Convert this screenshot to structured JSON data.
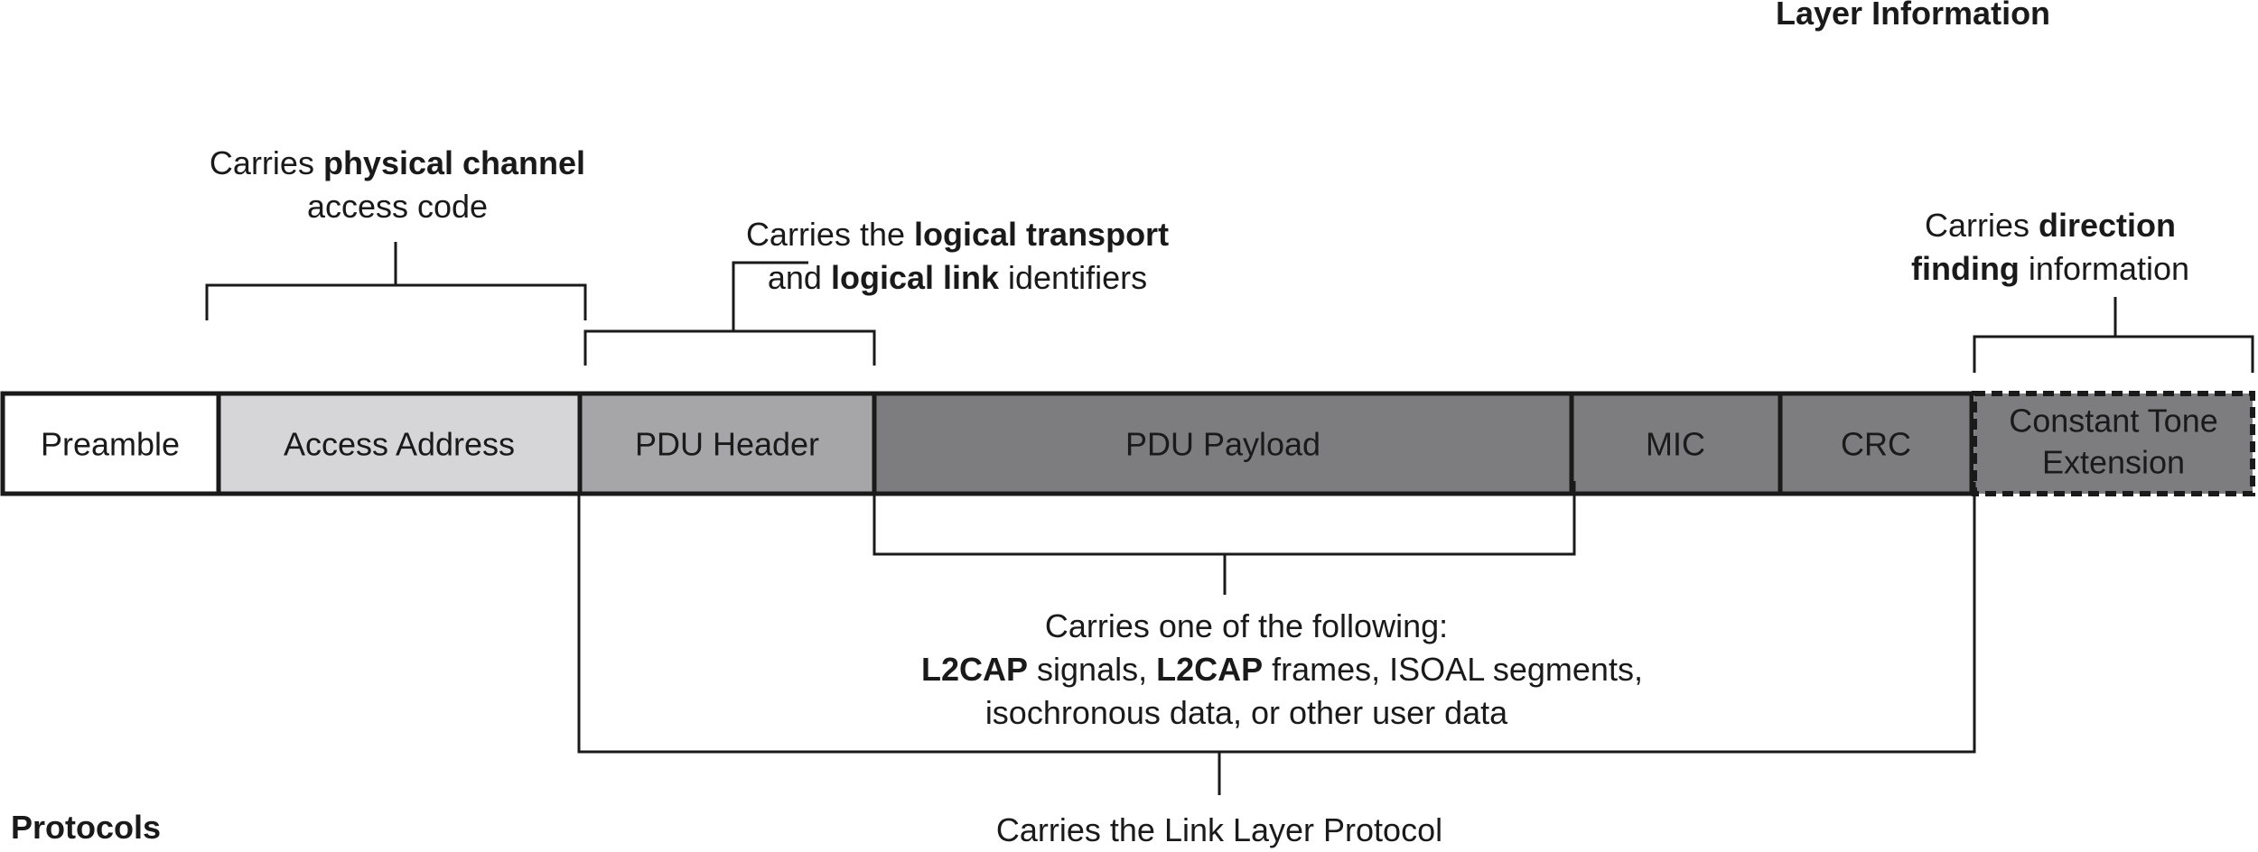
{
  "headings": {
    "layer_information": "Layer Information",
    "protocols": "Protocols"
  },
  "fields": [
    {
      "label": "Preamble",
      "fill": "#ffffff",
      "text_color": "#1a1a1a"
    },
    {
      "label": "Access Address",
      "fill": "#d6d6d8",
      "text_color": "#1a1a1a"
    },
    {
      "label": "PDU Header",
      "fill": "#a6a6a8",
      "text_color": "#1a1a1a"
    },
    {
      "label": "PDU Payload",
      "fill": "#7d7d80",
      "text_color": "#1a1a1a"
    },
    {
      "label": "MIC",
      "fill": "#7d7d80",
      "text_color": "#1a1a1a"
    },
    {
      "label": "CRC",
      "fill": "#7d7d80",
      "text_color": "#1a1a1a"
    },
    {
      "label_lines": [
        "Constant Tone",
        "Extension"
      ],
      "fill": "#7d7d80",
      "text_color": "#1a1a1a",
      "dashed_border": true
    }
  ],
  "annotations": {
    "physical_channel": {
      "line1": {
        "pre": "Carries ",
        "bold": "physical channel",
        "post": ""
      },
      "line2": "access code"
    },
    "logical_transport": {
      "line1": {
        "pre": "Carries the ",
        "bold": "logical transport",
        "post": ""
      },
      "line2": {
        "pre": "and ",
        "bold": "logical link",
        "post": " identifiers"
      }
    },
    "direction_finding": {
      "line1": {
        "pre": "Carries ",
        "bold": "direction",
        "post": ""
      },
      "line2": {
        "pre": "",
        "bold": "finding",
        "post": " information"
      }
    },
    "payload": {
      "line1": "Carries one of the following:",
      "line2": {
        "bold1": "L2CAP",
        "mid": " signals, ",
        "bold2": "L2CAP",
        "post": " frames, ISOAL segments,"
      },
      "line3": "isochronous data, or other user data"
    },
    "link_layer": "Carries the Link Layer Protocol"
  },
  "colors": {
    "stroke": "#1a1a1a",
    "text": "#1a1a1a"
  }
}
